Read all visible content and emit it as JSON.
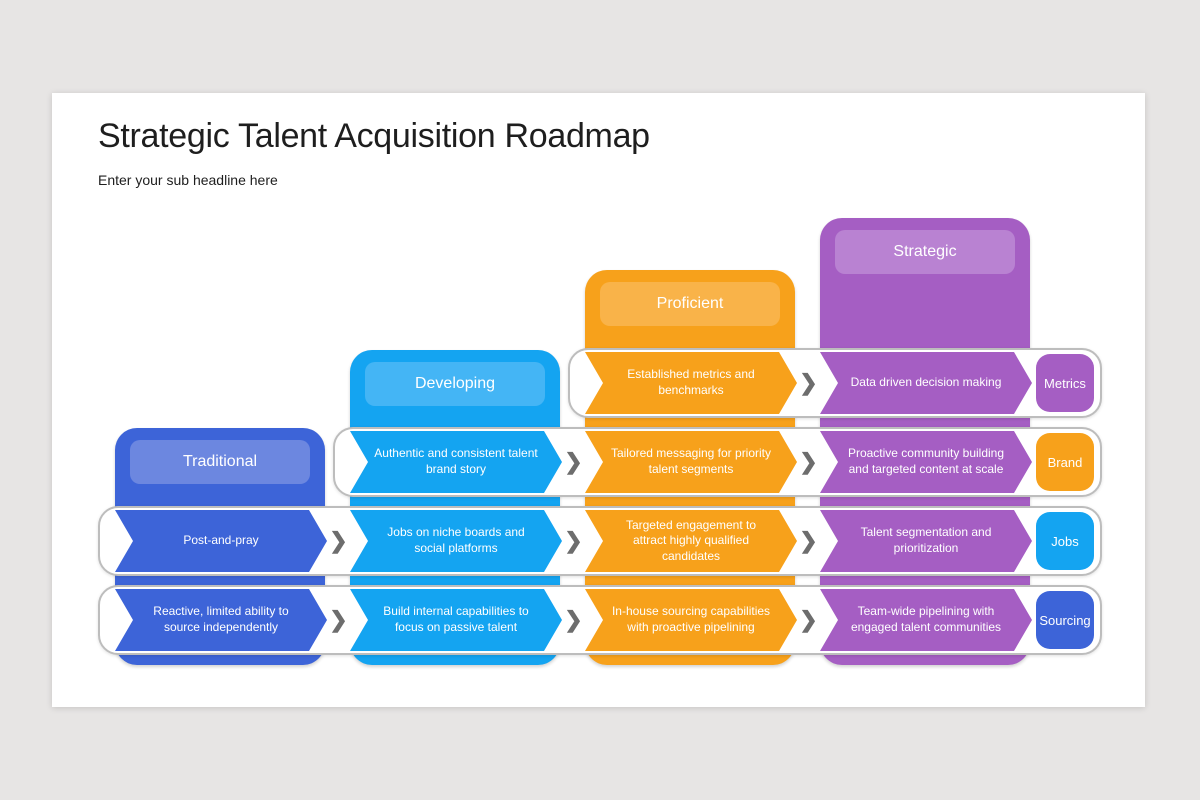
{
  "header": {
    "title": "Strategic Talent Acquisition Roadmap",
    "subtitle": "Enter your sub headline here"
  },
  "palette": {
    "page_background": "#e7e5e4",
    "slide_background": "#ffffff",
    "row_border": "#bdbdbd",
    "separator_gray": "#6d6d6d",
    "title_text": "#1e1e1e",
    "arrow_text": "#ffffff"
  },
  "separator_glyph": "❯",
  "stages": [
    {
      "label": "Traditional",
      "color": "#3d64d8",
      "header_color": "#6c87e0"
    },
    {
      "label": "Developing",
      "color": "#14a4f1",
      "header_color": "#44b5f5"
    },
    {
      "label": "Proficient",
      "color": "#f7a11b",
      "header_color": "#f9b349"
    },
    {
      "label": "Strategic",
      "color": "#a55ec3",
      "header_color": "#b982d2"
    }
  ],
  "rows": [
    {
      "label": "Metrics",
      "label_color": "#a55ec3",
      "items": [
        {
          "text": "Established metrics and benchmarks",
          "color": "#f7a11b",
          "stage": "Proficient"
        },
        {
          "text": "Data driven decision making",
          "color": "#a55ec3",
          "stage": "Strategic"
        }
      ]
    },
    {
      "label": "Brand",
      "label_color": "#f7a11b",
      "items": [
        {
          "text": "Authentic and consistent talent brand story",
          "color": "#14a4f1",
          "stage": "Developing"
        },
        {
          "text": "Tailored messaging for priority talent segments",
          "color": "#f7a11b",
          "stage": "Proficient"
        },
        {
          "text": "Proactive community building and targeted content at scale",
          "color": "#a55ec3",
          "stage": "Strategic"
        }
      ]
    },
    {
      "label": "Jobs",
      "label_color": "#14a4f1",
      "items": [
        {
          "text": "Post-and-pray",
          "color": "#3d64d8",
          "stage": "Traditional"
        },
        {
          "text": "Jobs on niche boards and social platforms",
          "color": "#14a4f1",
          "stage": "Developing"
        },
        {
          "text": "Targeted engagement to attract highly qualified candidates",
          "color": "#f7a11b",
          "stage": "Proficient"
        },
        {
          "text": "Talent segmentation and prioritization",
          "color": "#a55ec3",
          "stage": "Strategic"
        }
      ]
    },
    {
      "label": "Sourcing",
      "label_color": "#3d64d8",
      "items": [
        {
          "text": "Reactive, limited ability to source independently",
          "color": "#3d64d8",
          "stage": "Traditional"
        },
        {
          "text": "Build internal capabilities to focus on passive talent",
          "color": "#14a4f1",
          "stage": "Developing"
        },
        {
          "text": "In-house sourcing capabilities with proactive pipelining",
          "color": "#f7a11b",
          "stage": "Proficient"
        },
        {
          "text": "Team-wide pipelining with engaged talent communities",
          "color": "#a55ec3",
          "stage": "Strategic"
        }
      ]
    }
  ]
}
